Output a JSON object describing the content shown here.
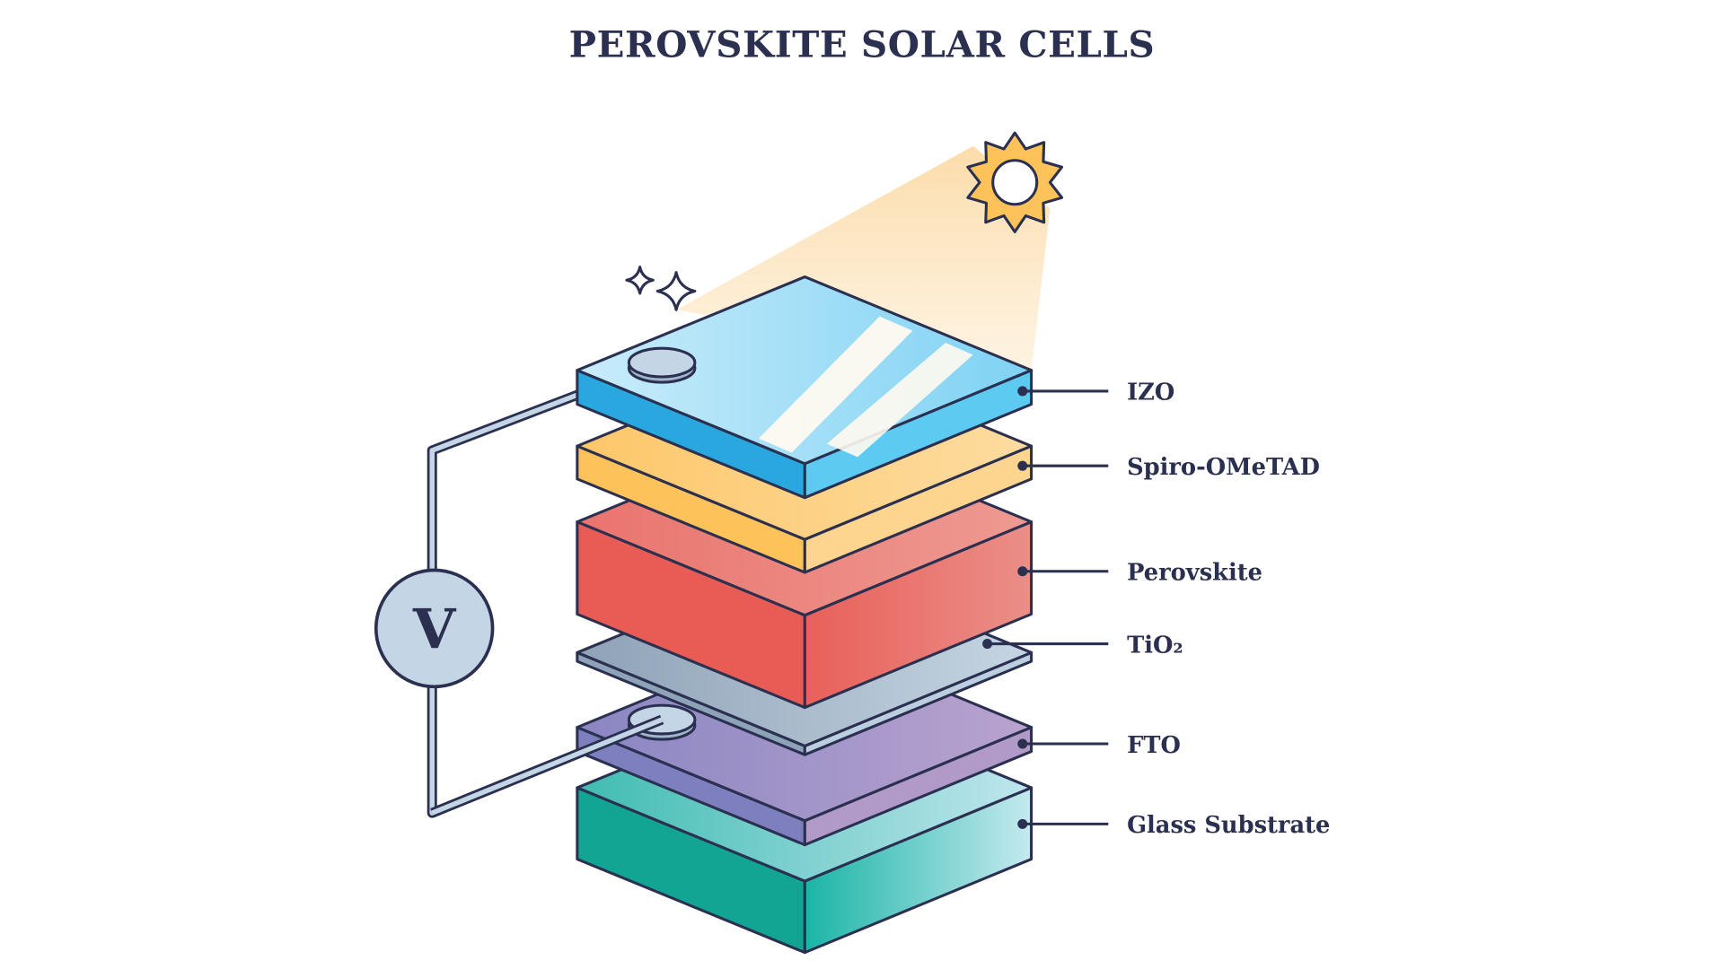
{
  "title": "PEROVSKITE SOLAR CELLS",
  "voltmeter_symbol": "V",
  "layers": [
    {
      "name": "IZO",
      "color": "#29a8e0"
    },
    {
      "name": "Spiro-OMeTAD",
      "color": "#fdc35a"
    },
    {
      "name": "Perovskite",
      "color": "#e95b55"
    },
    {
      "name": "TiO₂",
      "color": "#a9bccd"
    },
    {
      "name": "FTO",
      "color": "#8f88c4"
    },
    {
      "name": "Glass Substrate",
      "color": "#12a594"
    }
  ],
  "colors": {
    "text": "#2b3050",
    "highlight": "#e95b55"
  }
}
